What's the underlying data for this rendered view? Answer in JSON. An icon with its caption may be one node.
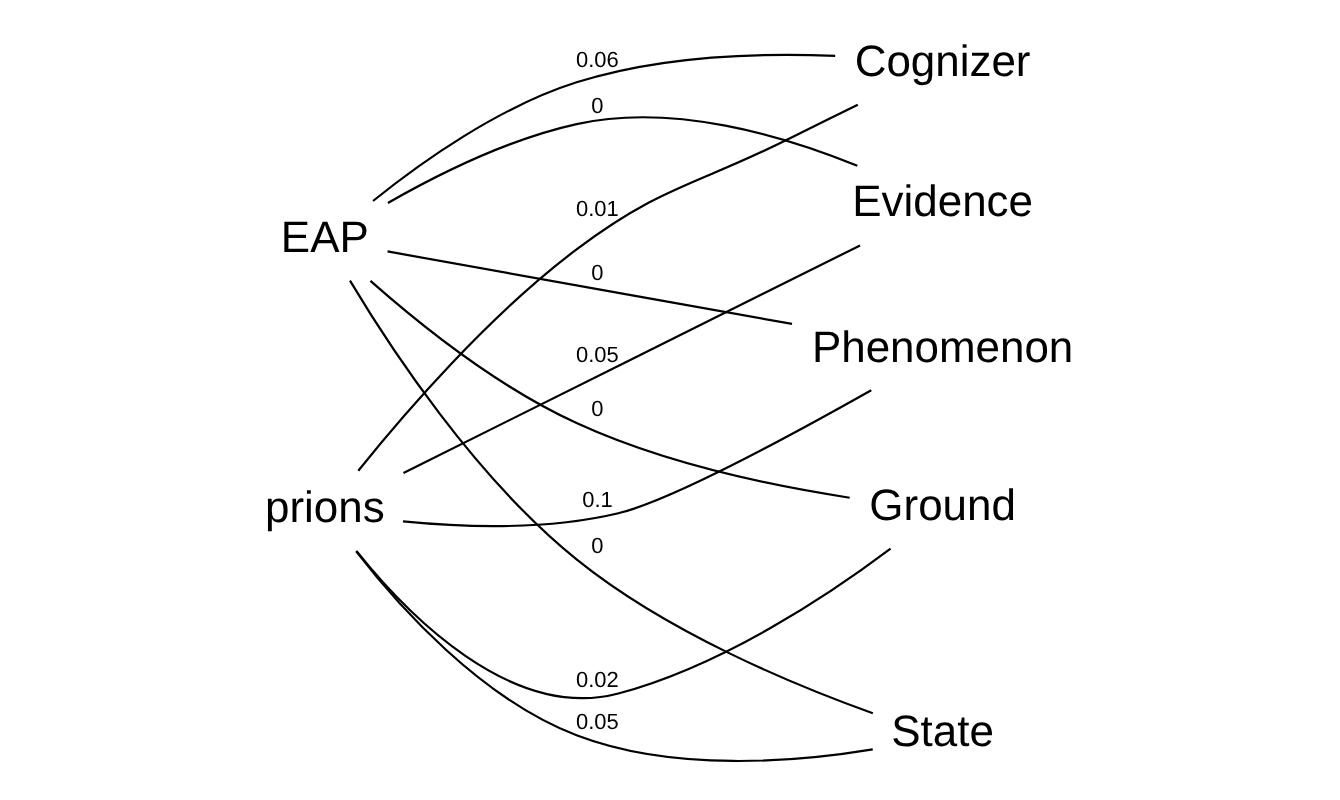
{
  "diagram": {
    "nodes": [
      {
        "text": [
          "EAP"
        ]
      },
      {
        "text": [
          "prions"
        ]
      },
      {
        "text": [
          "Cognizer"
        ]
      },
      {
        "text": [
          "Phenomenon"
        ]
      },
      {
        "text": [
          "Evidence"
        ]
      },
      {
        "text": [
          "State"
        ]
      },
      {
        "text": [
          "Ground"
        ]
      }
    ],
    "edges": [
      {
        "from": 0,
        "to": 2,
        "arrow": "none",
        "label": "0.06"
      },
      {
        "from": 0,
        "to": 3,
        "arrow": "none",
        "label": "0"
      },
      {
        "from": 0,
        "to": 4,
        "arrow": "none",
        "label": "0"
      },
      {
        "from": 0,
        "to": 5,
        "arrow": "none",
        "label": "0"
      },
      {
        "from": 0,
        "to": 6,
        "arrow": "none",
        "label": "0"
      },
      {
        "from": 1,
        "to": 2,
        "arrow": "none",
        "label": "0.01"
      },
      {
        "from": 1,
        "to": 3,
        "arrow": "none",
        "label": "0.1"
      },
      {
        "from": 1,
        "to": 4,
        "arrow": "none",
        "label": "0.05"
      },
      {
        "from": 1,
        "to": 5,
        "arrow": "none",
        "label": "0.05"
      },
      {
        "from": 1,
        "to": 6,
        "arrow": "none",
        "label": "0.02"
      }
    ]
  }
}
